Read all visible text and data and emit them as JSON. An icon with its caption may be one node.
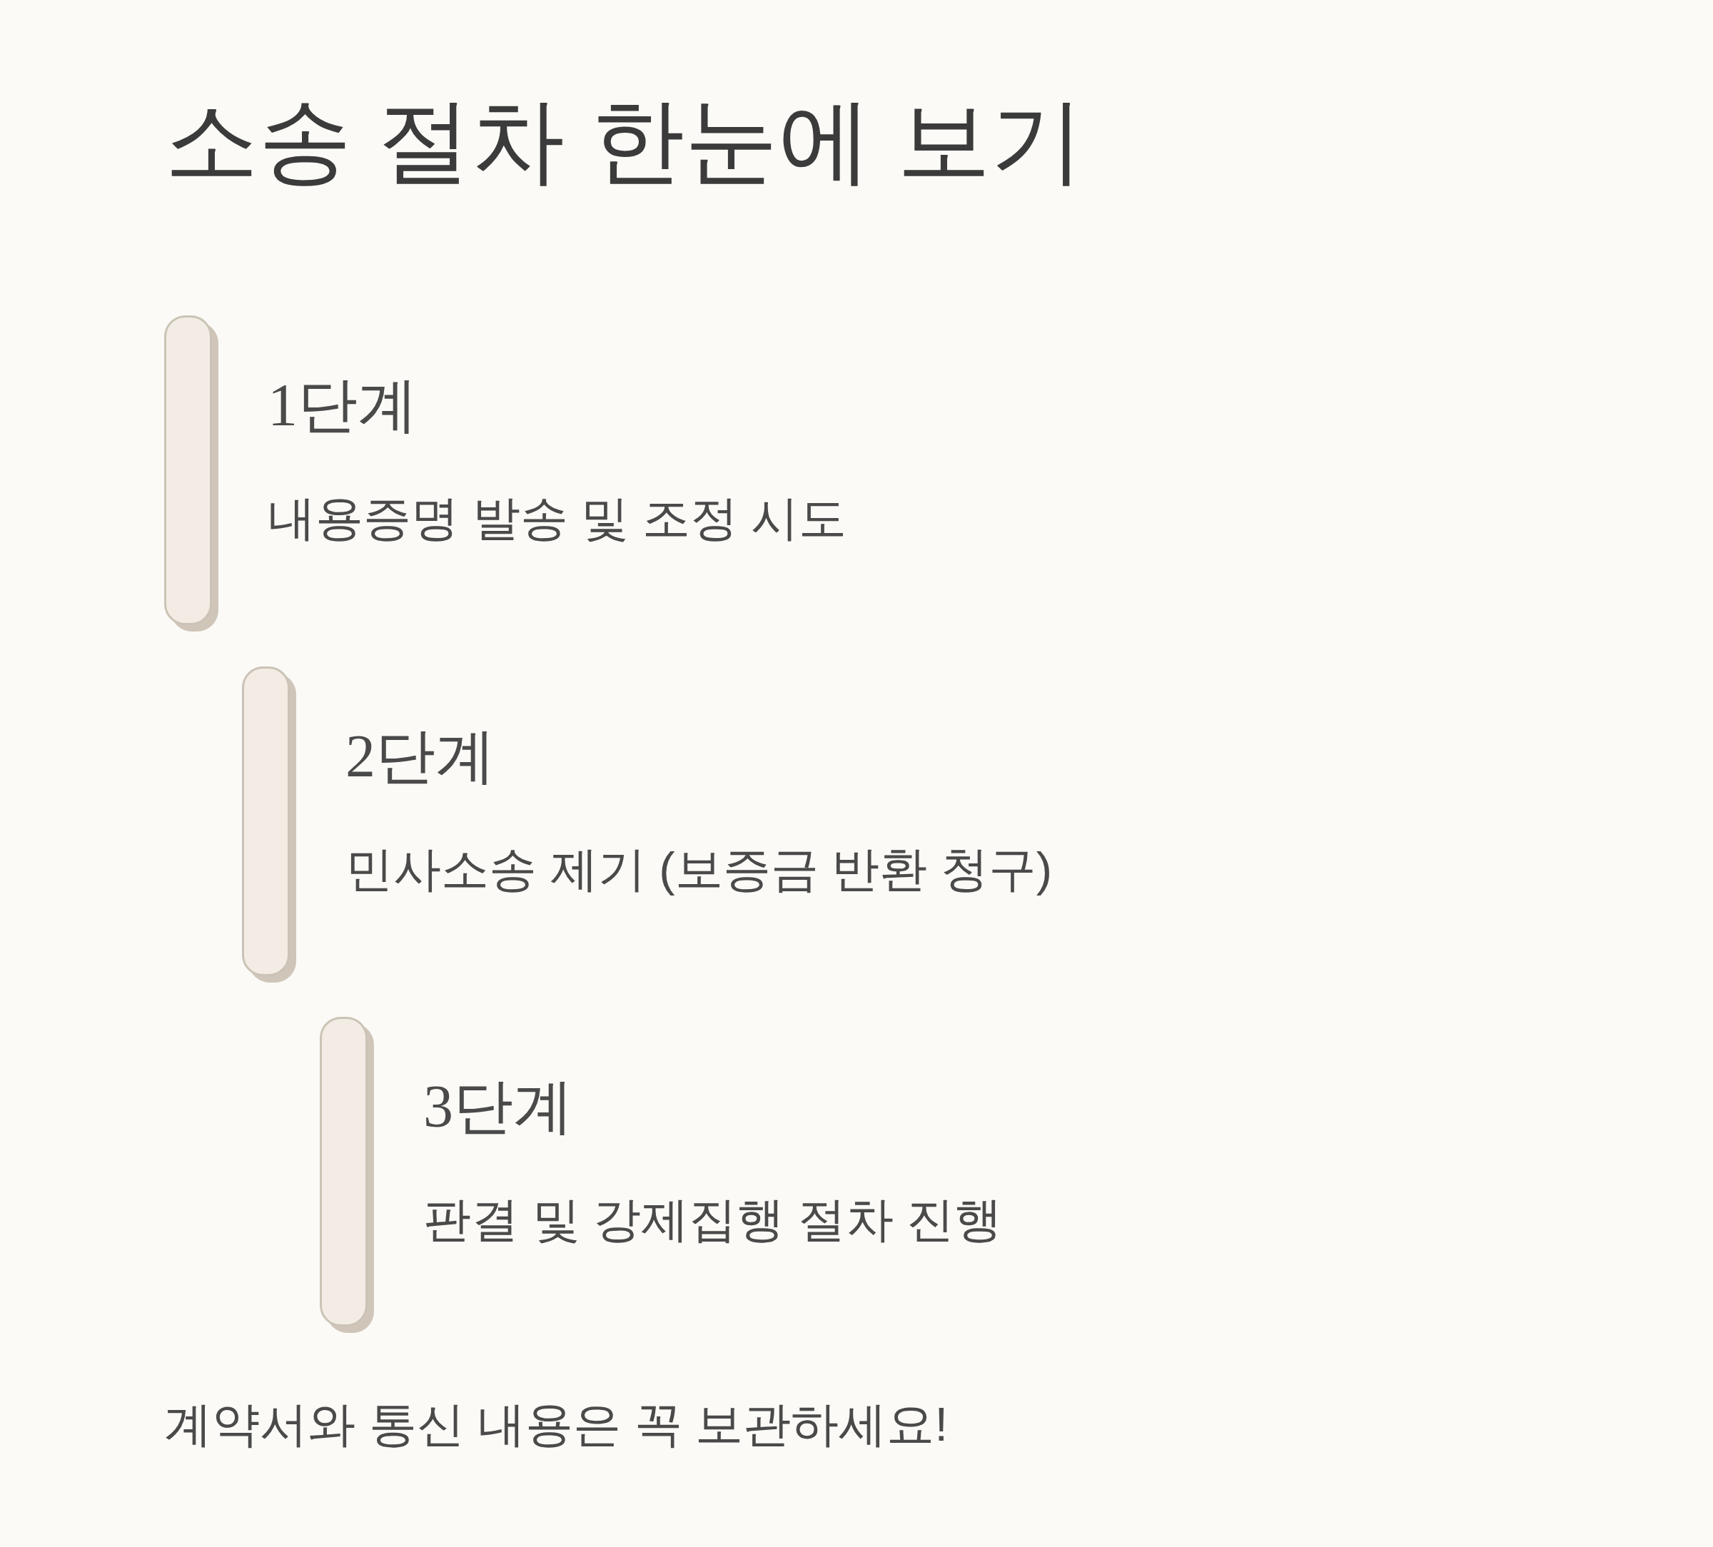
{
  "diagram": {
    "title": "소송 절차 한눈에 보기",
    "nodes": [
      {
        "text": [
          "1단계",
          "내용증명 발송 및 조정 시도"
        ]
      },
      {
        "text": [
          "2단계",
          "민사소송 제기 (보증금 반환 청구)"
        ]
      },
      {
        "text": [
          "3단계",
          "판결 및 강제집행 절차 진행"
        ]
      }
    ],
    "labels": [
      "계약서와 통신 내용은 꼭 보관하세요!"
    ]
  }
}
